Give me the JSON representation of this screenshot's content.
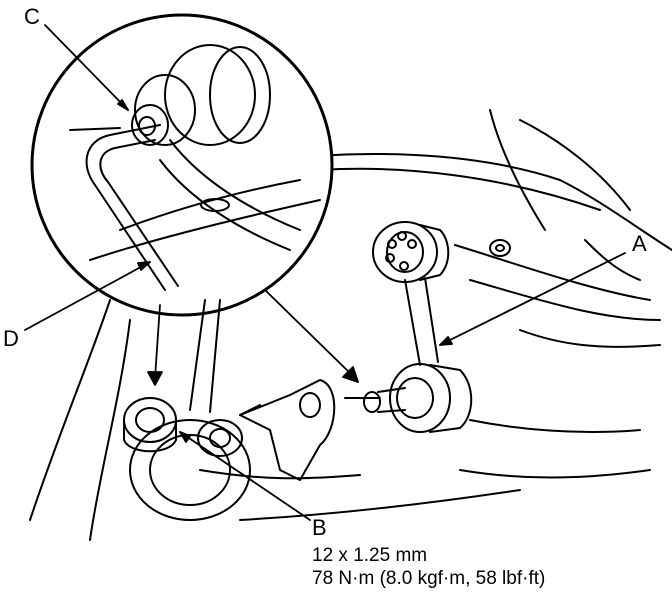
{
  "callouts": {
    "a": "A",
    "b": "B",
    "c": "C",
    "d": "D"
  },
  "spec_b": {
    "thread": "12 x 1.25 mm",
    "torque": "78 N·m (8.0 kgf·m, 58 lbf·ft)"
  },
  "colors": {
    "line": "#000000",
    "background": "#ffffff"
  }
}
